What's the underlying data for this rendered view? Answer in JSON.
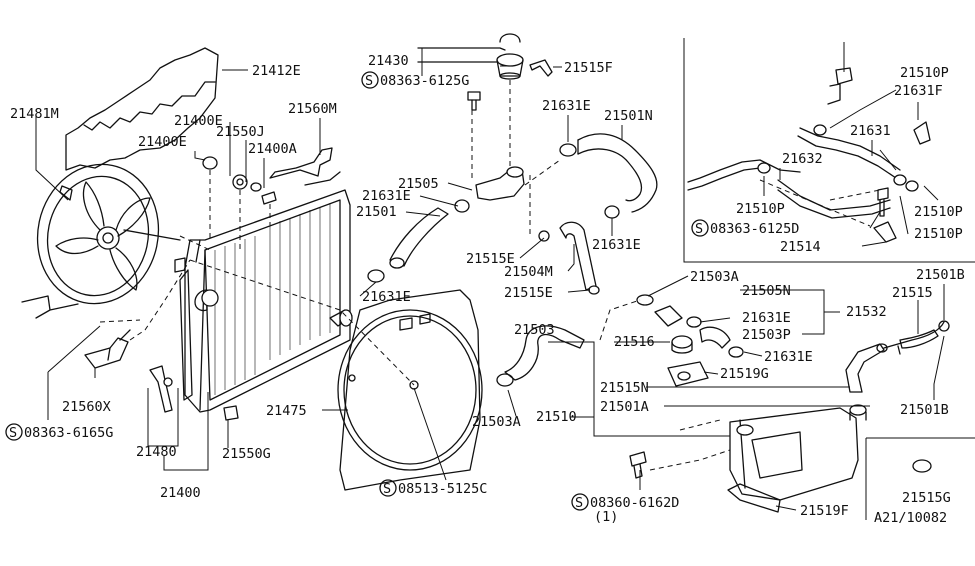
{
  "labels": {
    "p21412E": "21412E",
    "p21481M": "21481M",
    "p21400E_a": "21400E",
    "p21400E_b": "21400E",
    "p21550J": "21550J",
    "p21400A": "21400A",
    "p21560M": "21560M",
    "p21430": "21430",
    "s08363_6125G": "08363-6125G",
    "p21515F": "21515F",
    "p21631E_a": "21631E",
    "p21501N": "21501N",
    "p21505": "21505",
    "p21631E_b": "21631E",
    "p21501": "21501",
    "p21515E_a": "21515E",
    "p21504M": "21504M",
    "p21515E_b": "21515E",
    "p21631E_c": "21631E",
    "p21631E_d": "21631E",
    "p21503A_a": "21503A",
    "p21505N": "21505N",
    "p21631E_e": "21631E",
    "p21532": "21532",
    "p21503P": "21503P",
    "p21503": "21503",
    "p21516": "21516",
    "p21631E_f": "21631E",
    "p21519G": "21519G",
    "p21515N": "21515N",
    "p21501A": "21501A",
    "p21510": "21510",
    "p21503A_b": "21503A",
    "p21475": "21475",
    "p21560X": "21560X",
    "s08363_6165G": "08363-6165G",
    "p21480": "21480",
    "p21400": "21400",
    "p21550G": "21550G",
    "s08513_5125C": "08513-5125C",
    "s08360_6162D": "08360-6162D",
    "qty_1": "(1)",
    "p21519F": "21519F",
    "p21501B_a": "21501B",
    "p21515": "21515",
    "p21501B_b": "21501B",
    "p21515G": "21515G",
    "ref_code": "A21/10082",
    "p21510P_a": "21510P",
    "p21631F": "21631F",
    "p21631": "21631",
    "p21632": "21632",
    "p21510P_b": "21510P",
    "p21510P_c": "21510P",
    "s08363_6125D": "08363-6125D",
    "p21510P_d": "21510P",
    "p21514": "21514"
  },
  "screw_symbol": "S",
  "icons": [
    "radiator",
    "fan-motor",
    "fan-shroud",
    "reservoir-tank",
    "hose",
    "hose-clamp",
    "radiator-cap",
    "screw"
  ]
}
